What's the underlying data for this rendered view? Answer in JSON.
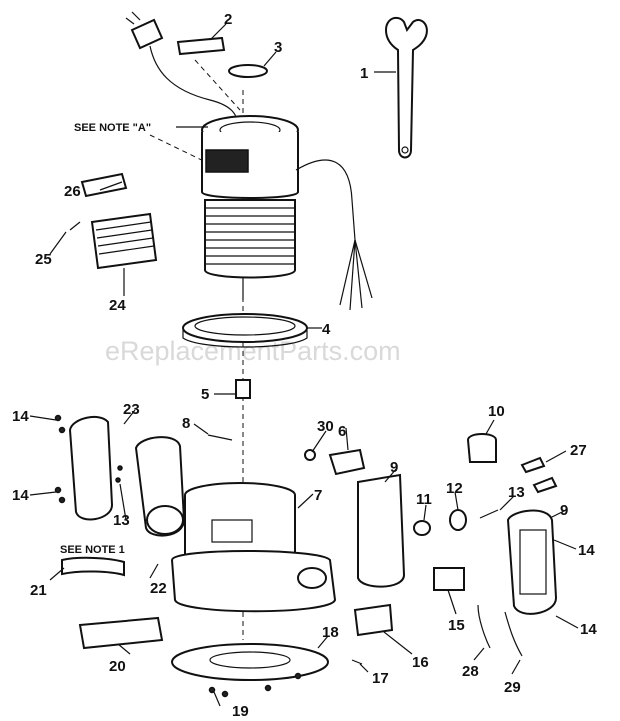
{
  "watermark": "eReplacementParts.com",
  "notes": {
    "note_a": "SEE NOTE \"A\"",
    "note_1": "SEE NOTE 1"
  },
  "callouts": [
    "1",
    "2",
    "3",
    "4",
    "5",
    "6",
    "7",
    "8",
    "9",
    "9",
    "10",
    "11",
    "12",
    "13",
    "13",
    "14",
    "14",
    "14",
    "14",
    "15",
    "16",
    "17",
    "18",
    "19",
    "20",
    "21",
    "22",
    "23",
    "24",
    "25",
    "26",
    "27",
    "28",
    "29",
    "30"
  ]
}
